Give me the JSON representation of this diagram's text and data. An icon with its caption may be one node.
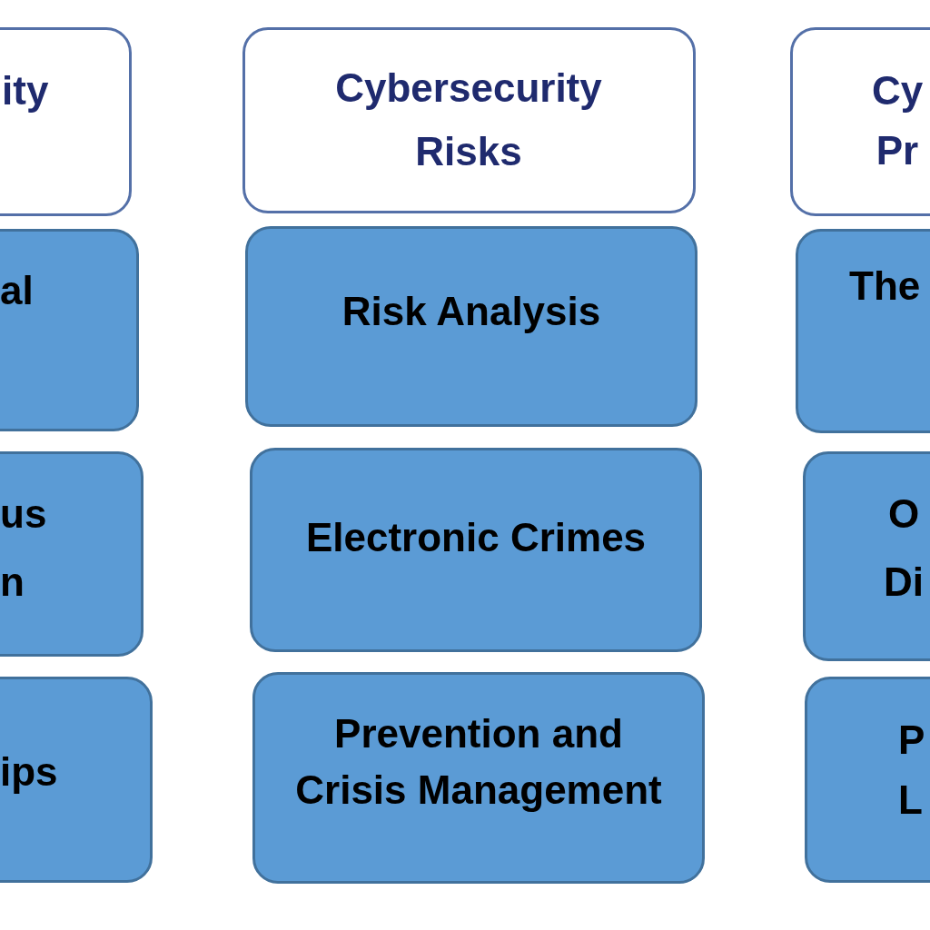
{
  "diagram": {
    "nodes": [
      {
        "text": [
          "ity"
        ]
      },
      {
        "text": [
          "al"
        ]
      },
      {
        "text": [
          "us n"
        ]
      },
      {
        "text": [
          "ips"
        ]
      },
      {
        "text": [
          "Cybersecurity Risks"
        ]
      },
      {
        "text": [
          "Risk Analysis"
        ]
      },
      {
        "text": [
          "Electronic Crimes"
        ]
      },
      {
        "text": [
          "Prevention and Crisis Management"
        ]
      },
      {
        "text": [
          "Cy Pr"
        ]
      },
      {
        "text": [
          "The"
        ]
      },
      {
        "text": [
          "O Di"
        ]
      },
      {
        "text": [
          "P L"
        ]
      }
    ]
  }
}
